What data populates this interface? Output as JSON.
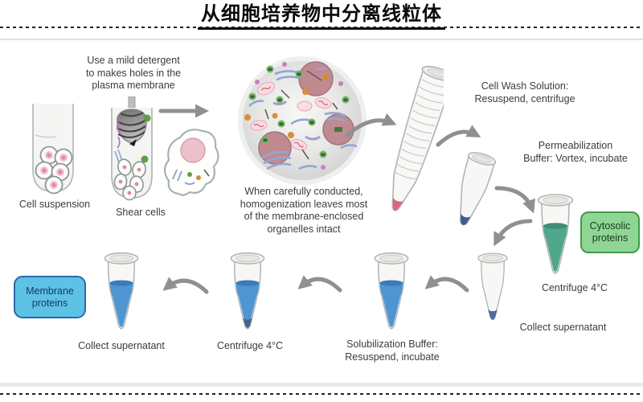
{
  "title": "从细胞培养物中分离线粒体",
  "labels": {
    "detergent_note": "Use a mild detergent\nto makes holes in the\nplasma membrane",
    "cell_suspension": "Cell suspension",
    "shear_cells": "Shear cells",
    "homogenization_note": "When carefully conducted,\nhomogenization leaves most\nof the membrane-enclosed\norganelles intact",
    "cell_wash": "Cell Wash Solution:\nResuspend, centrifuge",
    "permeabilization": "Permeabilization\nBuffer: Vortex, incubate",
    "cytosolic_box": "Cytosolic\nproteins",
    "centrifuge_right": "Centrifuge 4°C",
    "collect_right": "Collect supernatant",
    "solubilization": "Solubilization Buffer:\nResuspend, incubate",
    "centrifuge_bottom": "Centrifuge 4°C",
    "collect_bottom": "Collect supernatant",
    "membrane_box": "Membrane\nproteins"
  },
  "colors": {
    "arrow": "#909090",
    "text": "#3c3c3c",
    "cytosolic_box_fill": "#8fd694",
    "cytosolic_box_border": "#3f9b47",
    "membrane_box_fill": "#5ec1e6",
    "membrane_box_border": "#2a6aa8",
    "liquid_blue": "#4e96d2",
    "liquid_green": "#4fa78c",
    "pellet_pink": "#e0647f",
    "pellet_blue": "#4a6da8"
  }
}
